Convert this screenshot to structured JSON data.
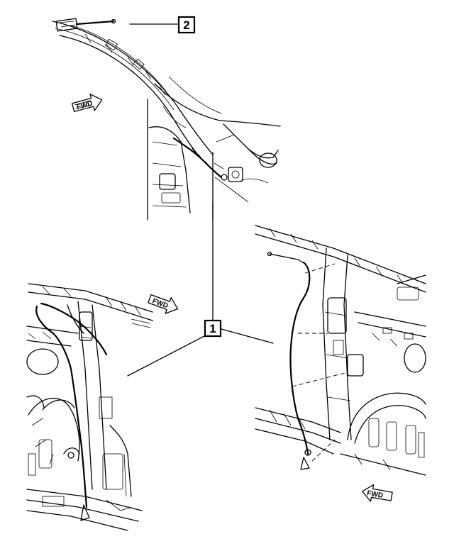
{
  "callouts": [
    {
      "id": "1",
      "label": "1"
    },
    {
      "id": "2",
      "label": "2"
    }
  ],
  "direction_markers": [
    "FWD",
    "FWD",
    "FWD"
  ],
  "colors": {
    "line": "#000000",
    "background": "#ffffff"
  }
}
